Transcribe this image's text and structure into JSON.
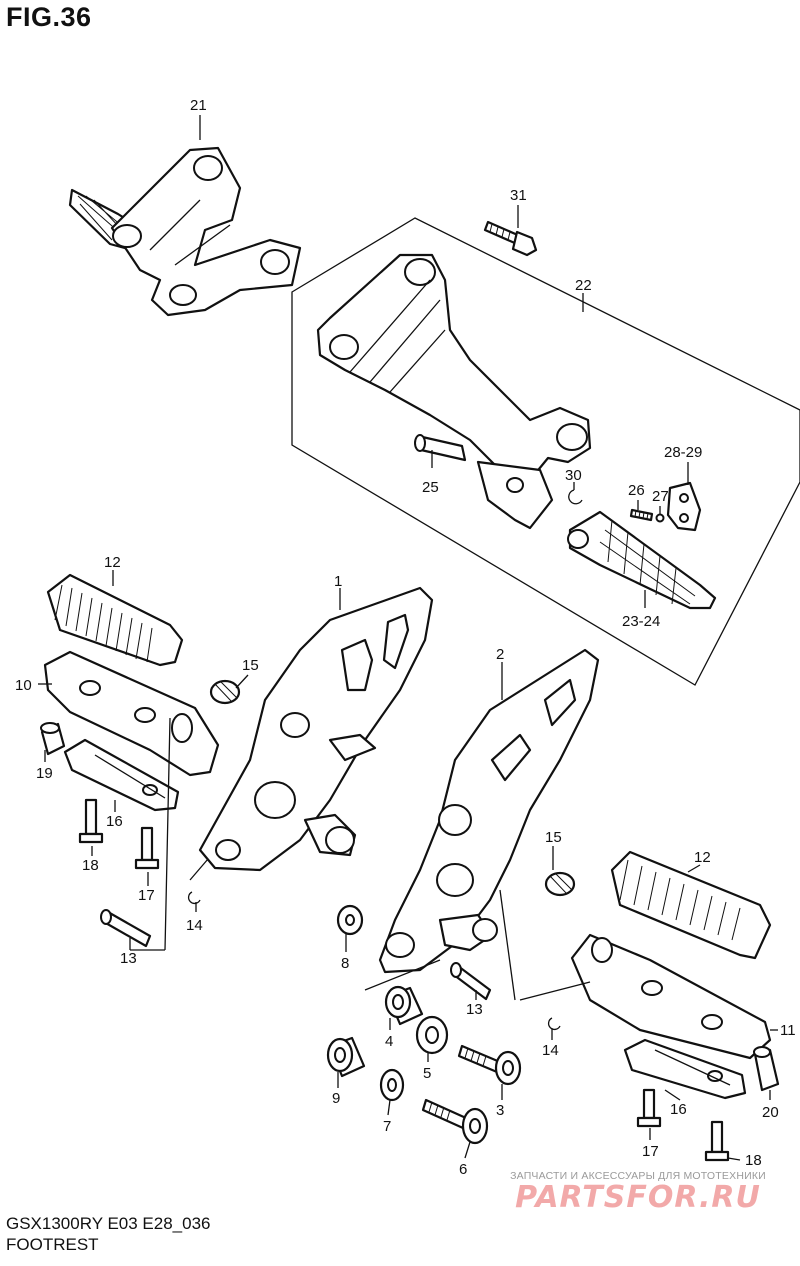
{
  "figure": {
    "title": "FIG.36"
  },
  "footer": {
    "model_line": "GSX1300RY E03 E28_036",
    "section_name": "FOOTREST"
  },
  "callouts": {
    "c21": "21",
    "c31": "31",
    "c22": "22",
    "c25": "25",
    "c30": "30",
    "c2829": "28-29",
    "c26": "26",
    "c27": "27",
    "c2324": "23-24",
    "c12a": "12",
    "c1": "1",
    "c15a": "15",
    "c10": "10",
    "c19": "19",
    "c16a": "16",
    "c18a": "18",
    "c17a": "17",
    "c14a": "14",
    "c13a": "13",
    "c2": "2",
    "c15b": "15",
    "c12b": "12",
    "c8": "8",
    "c13b": "13",
    "c14b": "14",
    "c4": "4",
    "c5": "5",
    "c9": "9",
    "c3": "3",
    "c7": "7",
    "c6": "6",
    "c11": "11",
    "c16b": "16",
    "c20": "20",
    "c17b": "17",
    "c18b": "18"
  },
  "watermark": {
    "caption": "ЗАПЧАСТИ И АКСЕССУАРЫ ДЛЯ МОТОТЕХНИКИ",
    "logo": "PARTSFOR.RU"
  }
}
